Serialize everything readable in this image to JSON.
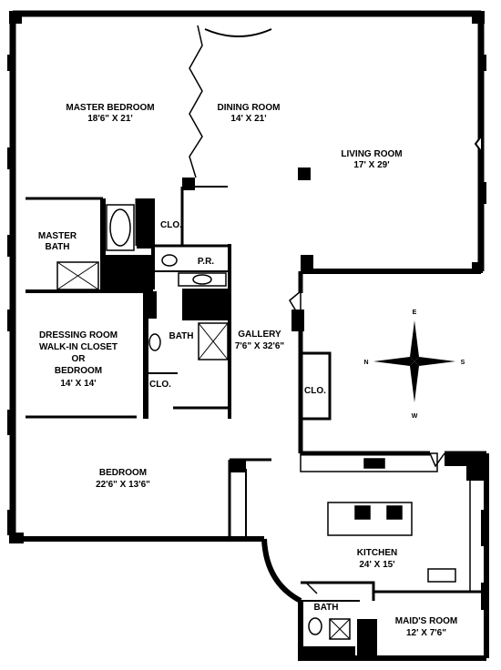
{
  "rooms": {
    "master_bedroom": {
      "name": "MASTER BEDROOM",
      "dims": "18'6\" X 21'"
    },
    "dining_room": {
      "name": "DINING ROOM",
      "dims": "14' X 21'"
    },
    "living_room": {
      "name": "LIVING ROOM",
      "dims": "17' X 29'"
    },
    "master_bath": {
      "name": "MASTER",
      "name2": "BATH"
    },
    "clo_1": {
      "name": "CLO."
    },
    "pr": {
      "name": "P.R."
    },
    "dressing_room": {
      "line1": "DRESSING ROOM",
      "line2": "WALK-IN CLOSET",
      "line3": "OR",
      "line4": "BEDROOM",
      "dims": "14' X 14'"
    },
    "bath": {
      "name": "BATH"
    },
    "clo_2": {
      "name": "CLO."
    },
    "gallery": {
      "name": "GALLERY",
      "dims": "7'6\" X 32'6\""
    },
    "clo_3": {
      "name": "CLO."
    },
    "bedroom": {
      "name": "BEDROOM",
      "dims": "22'6\" X 13'6\""
    },
    "kitchen": {
      "name": "KITCHEN",
      "dims": "24' X 15'"
    },
    "maid_bath": {
      "name": "BATH"
    },
    "maids_room": {
      "name": "MAID'S ROOM",
      "dims": "12' X 7'6\""
    }
  },
  "compass": {
    "north": "N",
    "south": "S",
    "east": "E",
    "west": "W"
  },
  "colors": {
    "wall": "#000000",
    "background": "#ffffff"
  }
}
